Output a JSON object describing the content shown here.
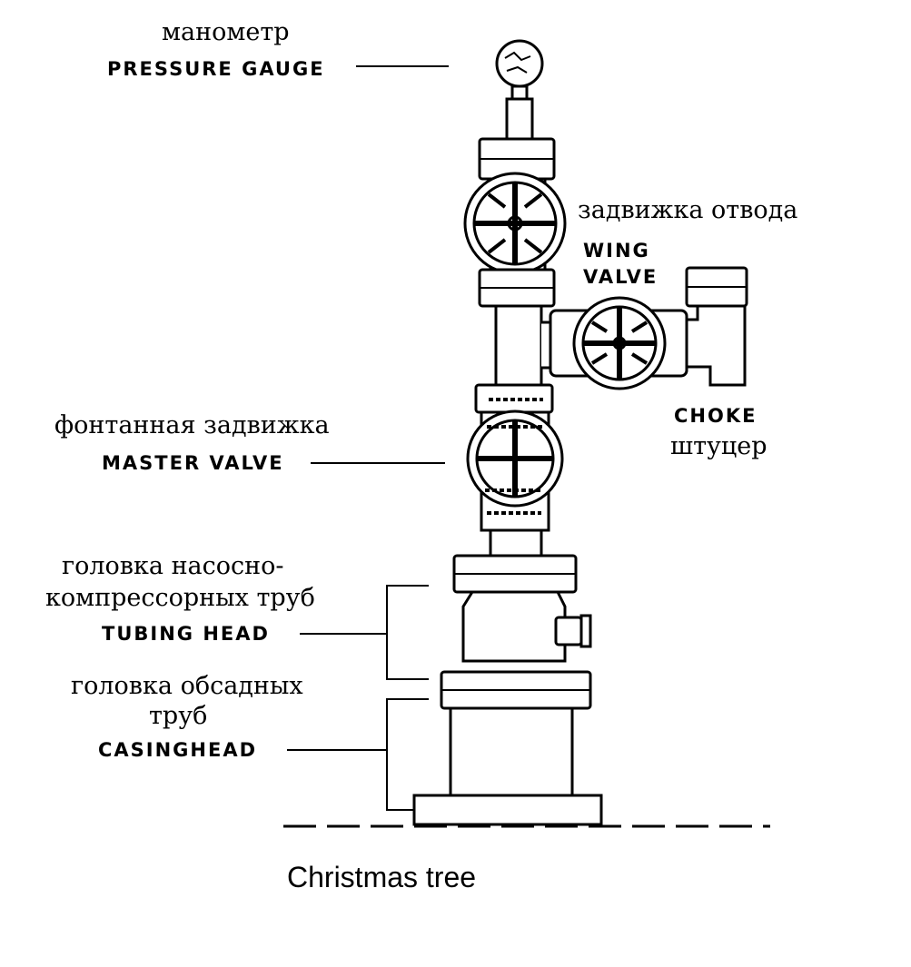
{
  "labels": {
    "pressure_gauge_ru": "манометр",
    "pressure_gauge_en": "PRESSURE GAUGE",
    "wing_valve_ru": "задвижка отвода",
    "wing_valve_en_1": "WING",
    "wing_valve_en_2": "VALVE",
    "choke_en": "CHOKE",
    "choke_ru": "штуцер",
    "master_valve_ru": "фонтанная задвижка",
    "master_valve_en": "MASTER VALVE",
    "tubing_head_ru_1": "головка насосно-",
    "tubing_head_ru_2": "компрессорных труб",
    "tubing_head_en": "TUBING HEAD",
    "casinghead_ru_1": "головка обсадных",
    "casinghead_ru_2": "труб",
    "casinghead_en": "CASINGHEAD"
  },
  "caption": "Christmas tree"
}
